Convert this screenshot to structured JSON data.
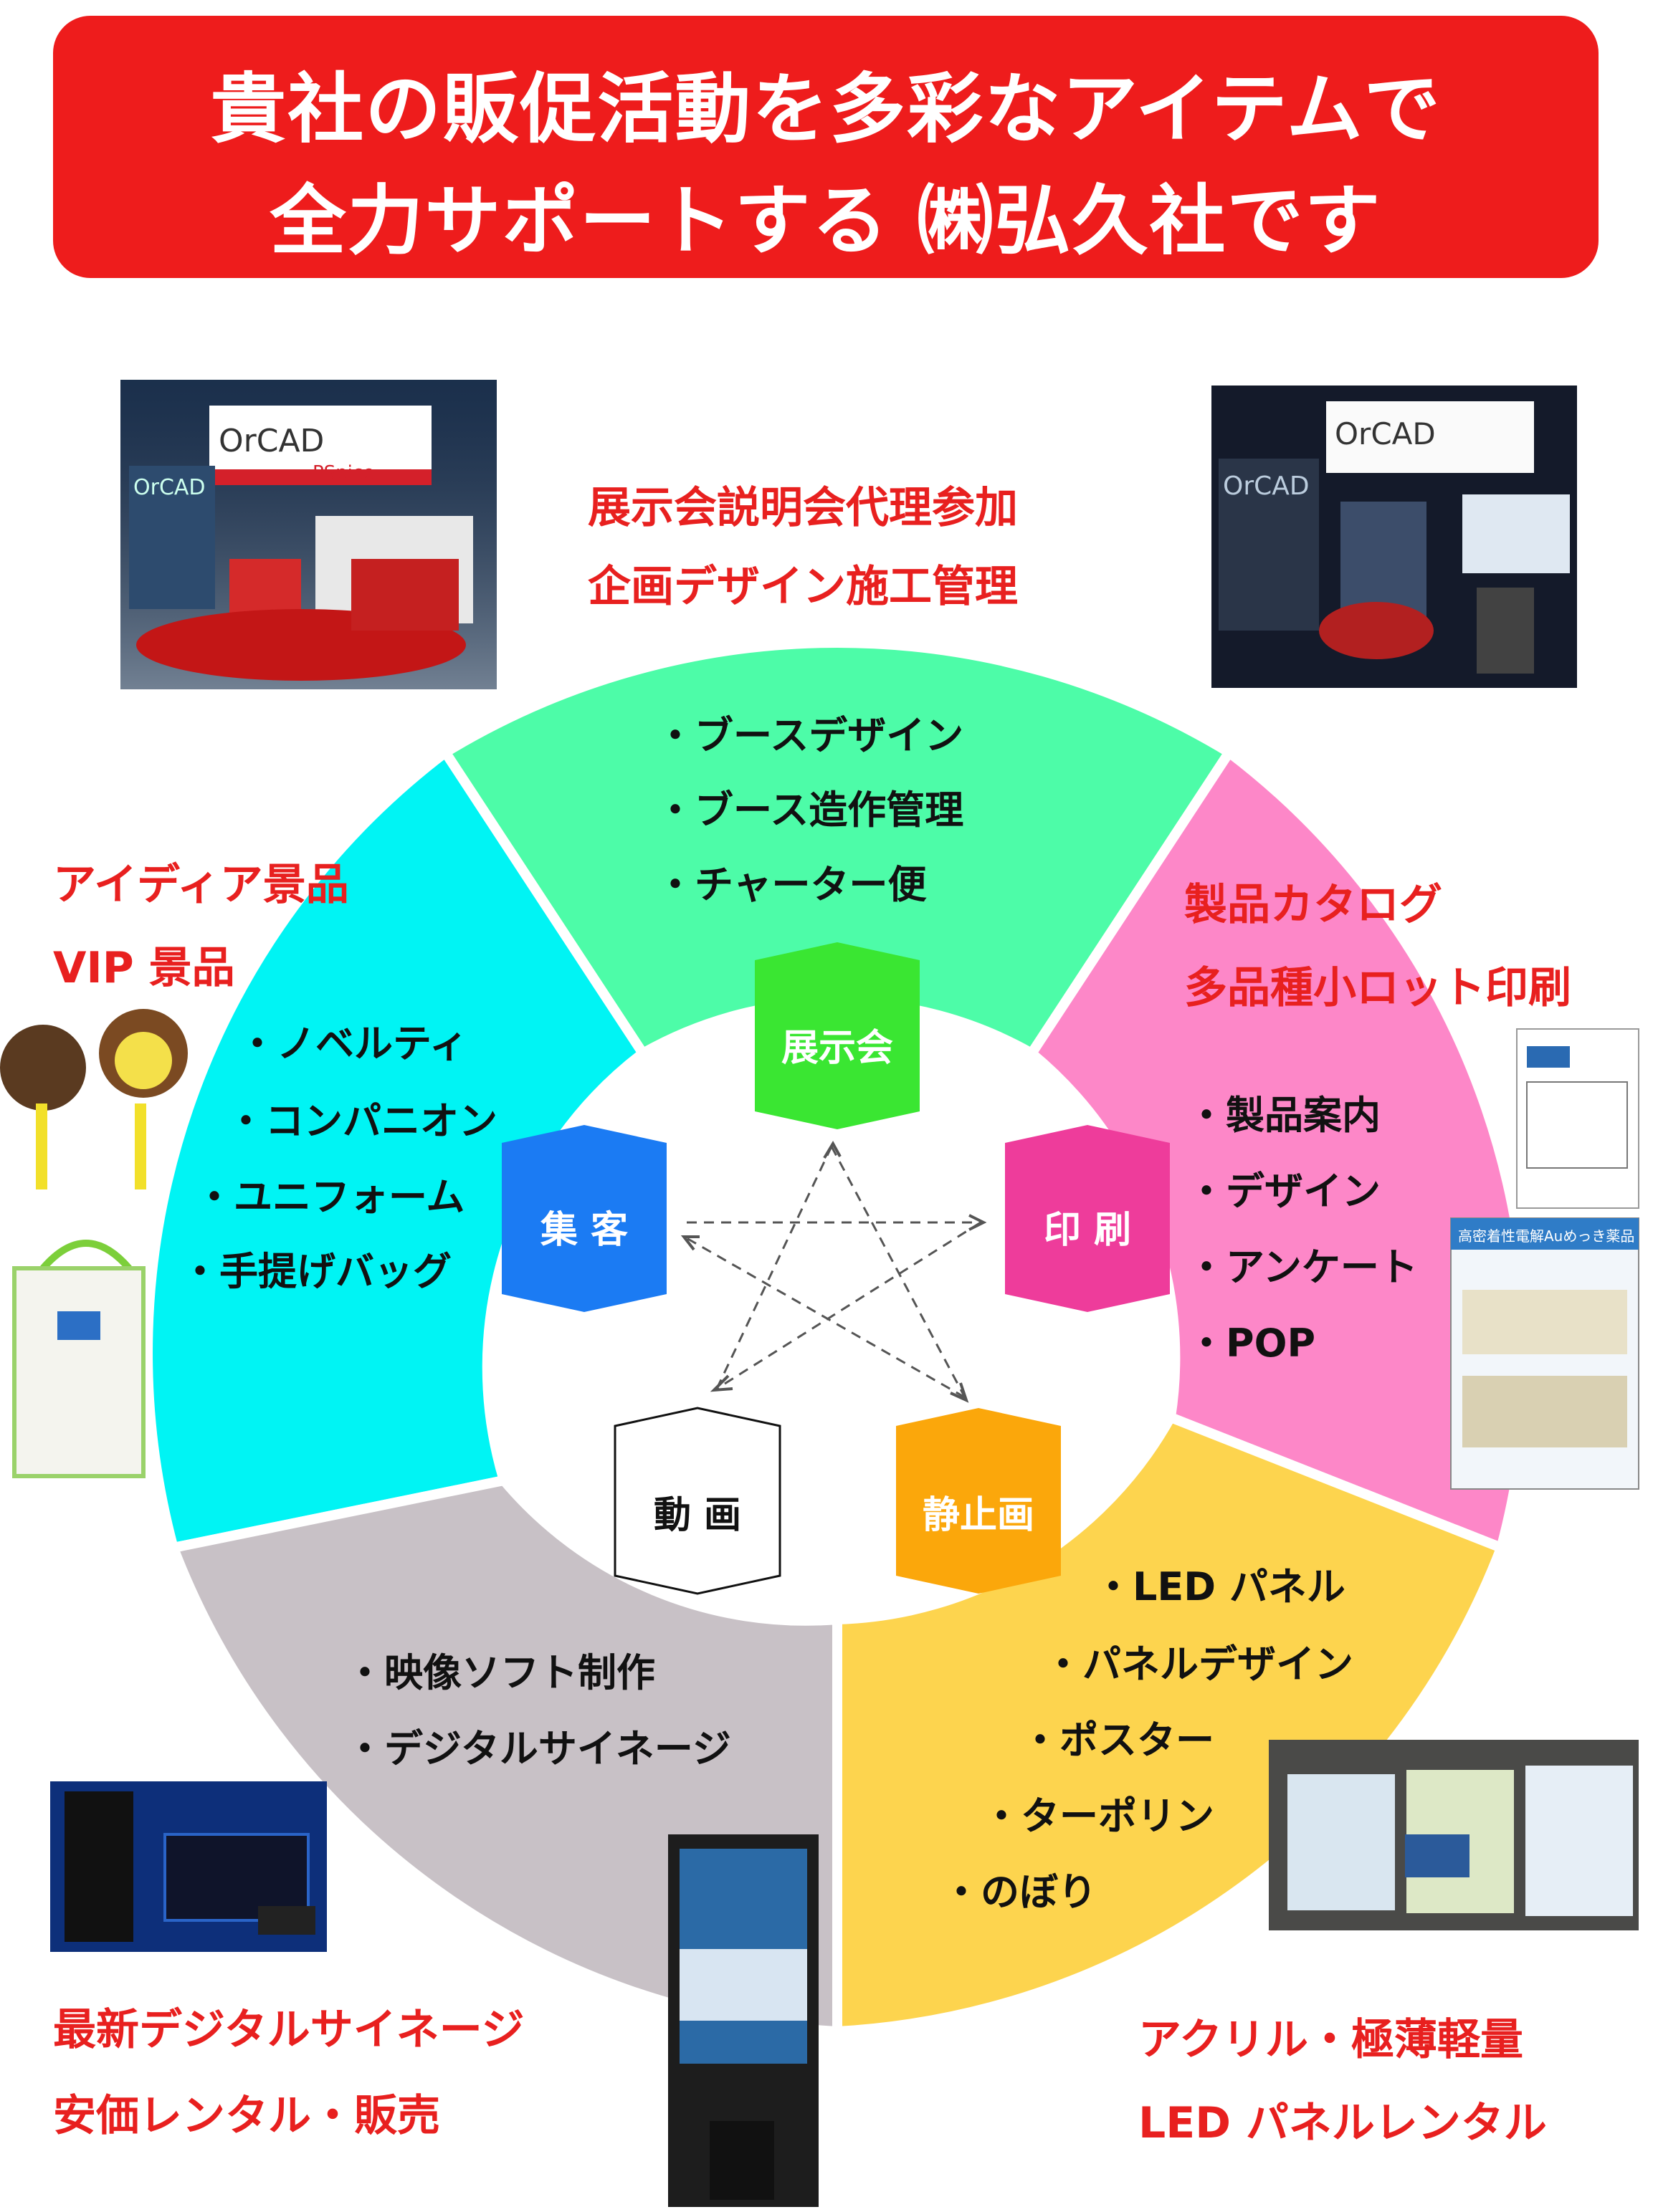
{
  "banner": {
    "line1": "貴社の販促活動を多彩なアイテムで",
    "line2": "全力サポートする ㈱弘久社です"
  },
  "exhibition": {
    "headline1": "展示会説明会代理参加",
    "headline2": "企画デザイン施工管理",
    "label": "展示会",
    "items": [
      "・ブースデザイン",
      "・ブース造作管理",
      "・チャーター便"
    ]
  },
  "customer": {
    "headline1": "アイディア景品",
    "headline2": "VIP 景品",
    "label": "集 客",
    "items": [
      "・ノベルティ",
      "・コンパニオン",
      "・ユニフォーム",
      "・手提げバッグ"
    ]
  },
  "print": {
    "headline1": "製品カタログ",
    "headline2": "多品種小ロット印刷",
    "label": "印 刷",
    "items": [
      "・製品案内",
      "・デザイン",
      "・アンケート",
      "・POP"
    ]
  },
  "video": {
    "label": "動 画",
    "items": [
      "・映像ソフト制作",
      "・デジタルサイネージ"
    ],
    "footer1": "最新デジタルサイネージ",
    "footer2": "安価レンタル・販売"
  },
  "still": {
    "label": "静止画",
    "items": [
      "・LED パネル",
      "・パネルデザイン",
      "・ポスター",
      "・ターポリン",
      "・のぼり"
    ],
    "footer1": "アクリル・極薄軽量",
    "footer2": "LED パネルレンタル"
  },
  "photos": {
    "booth_brand": "OrCAD",
    "booth_sub": "PSpice",
    "catalog_title": "高密着性電解Auめっき薬品"
  },
  "colors": {
    "banner": "#ee1c1c",
    "exhibition": "#4dfca8",
    "customer": "#00f4f4",
    "print": "#fd87c8",
    "still": "#fdd44e",
    "video": "#c8c1c6"
  }
}
